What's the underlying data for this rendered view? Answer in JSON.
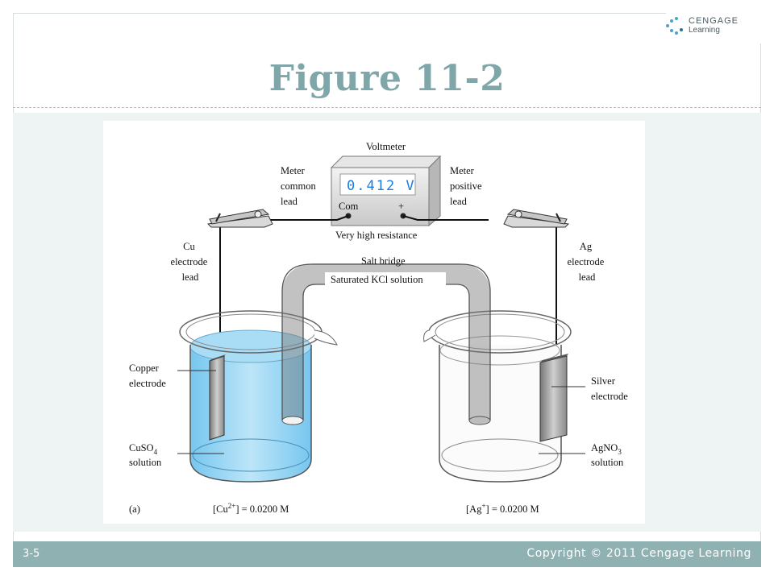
{
  "slide": {
    "title": "Figure 11-2",
    "page_number": "3-5",
    "copyright": "Copyright © 2011 Cengage Learning"
  },
  "logo": {
    "line1": "CENGAGE",
    "line2": "Learning"
  },
  "figure": {
    "voltmeter_label": "Voltmeter",
    "display_value": "0.412 V",
    "com_label": "Com",
    "plus_label": "+",
    "resistance_label": "Very high resistance",
    "meter_common_lead": [
      "Meter",
      "common",
      "lead"
    ],
    "meter_positive_lead": [
      "Meter",
      "positive",
      "lead"
    ],
    "cu_electrode_lead": [
      "Cu",
      "electrode",
      "lead"
    ],
    "ag_electrode_lead": [
      "Ag",
      "electrode",
      "lead"
    ],
    "salt_bridge": "Salt bridge",
    "kcl_solution": "Saturated KCl solution",
    "copper_electrode": [
      "Copper",
      "electrode"
    ],
    "silver_electrode": [
      "Silver",
      "electrode"
    ],
    "cuso4_solution": [
      "CuSO",
      "4",
      "solution"
    ],
    "agno3_solution": [
      "AgNO",
      "3",
      "solution"
    ],
    "panel_label": "(a)",
    "cu_conc": [
      "[Cu",
      "2+",
      "] = 0.0200 M"
    ],
    "ag_conc": [
      "[Ag",
      "+",
      "] = 0.0200 M"
    ],
    "colors": {
      "copper_solution": "#8fcff0",
      "title": "#7fa7a9",
      "footer": "#8fb1b2",
      "lcd": "#1c7de0"
    }
  }
}
